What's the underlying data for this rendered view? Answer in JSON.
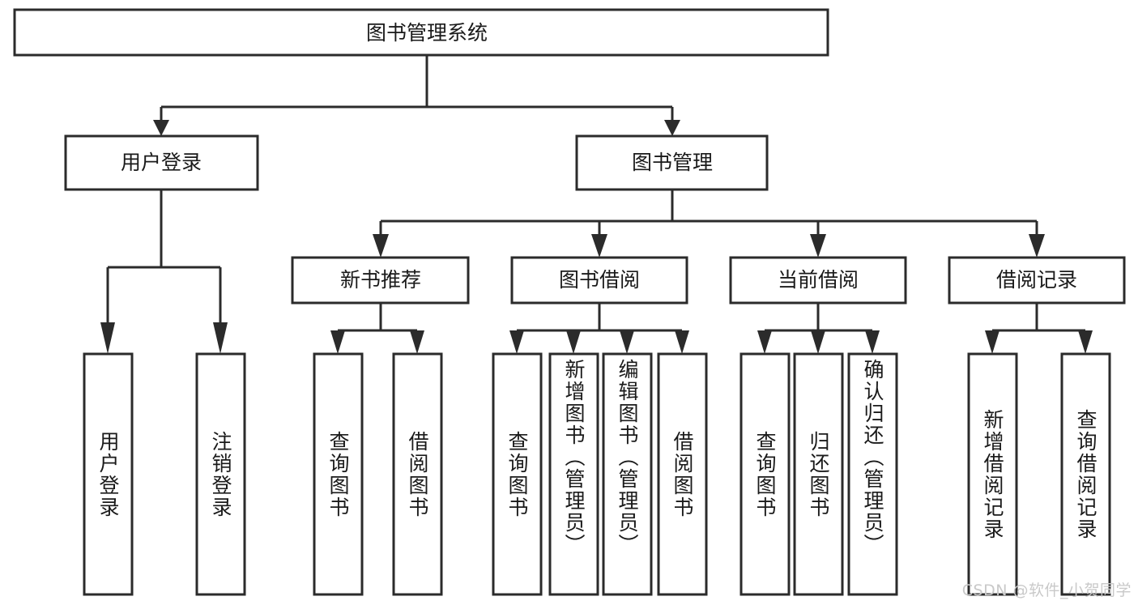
{
  "diagram": {
    "type": "tree-flowchart",
    "title": "图书管理系统",
    "watermark": "CSDN @软件_小贺同学",
    "colors": {
      "box_stroke": "#2b2b2b",
      "box_fill": "#ffffff",
      "text": "#1a1a1a",
      "background": "#ffffff",
      "watermark": "#c9c9c9"
    },
    "root": {
      "label": "图书管理系统"
    },
    "level2": [
      {
        "label": "用户登录"
      },
      {
        "label": "图书管理"
      }
    ],
    "level3": [
      {
        "label": "新书推荐"
      },
      {
        "label": "图书借阅"
      },
      {
        "label": "当前借阅"
      },
      {
        "label": "借阅记录"
      }
    ],
    "leaves": [
      {
        "label": "用户登录",
        "parent": "用户登录"
      },
      {
        "label": "注销登录",
        "parent": "用户登录"
      },
      {
        "label": "查询图书",
        "parent": "新书推荐"
      },
      {
        "label": "借阅图书",
        "parent": "新书推荐"
      },
      {
        "label": "查询图书",
        "parent": "图书借阅"
      },
      {
        "label": "新增图书（管理员）",
        "parent": "图书借阅"
      },
      {
        "label": "编辑图书（管理员）",
        "parent": "图书借阅"
      },
      {
        "label": "借阅图书",
        "parent": "图书借阅"
      },
      {
        "label": "查询图书",
        "parent": "当前借阅"
      },
      {
        "label": "归还图书",
        "parent": "当前借阅"
      },
      {
        "label": "确认归还（管理员）",
        "parent": "当前借阅"
      },
      {
        "label": "新增借阅记录",
        "parent": "借阅记录"
      },
      {
        "label": "查询借阅记录",
        "parent": "借阅记录"
      }
    ]
  }
}
